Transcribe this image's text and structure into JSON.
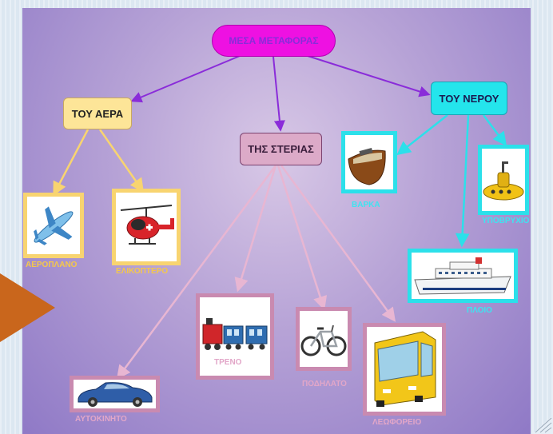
{
  "diagram": {
    "root": "ΜΕΣΑ ΜΕΤΑΦΟΡΑΣ",
    "categories": {
      "air": "ΤΟΥ ΑΕΡΑ",
      "land": "ΤΗΣ ΣΤΕΡΙΑΣ",
      "water": "ΤΟΥ ΝΕΡΟΥ"
    },
    "items": {
      "airplane": "ΑΕΡΟΠΛΑΝΟ",
      "helicopter": "ΕΛΙΚΟΠΤΕΡΟ",
      "boat": "ΒΑΡΚΑ",
      "submarine": "ΥΠΟΒΡΥΧΙΟ",
      "ship": "ΠΛΟΙΟ",
      "train": "ΤΡΕΝΟ",
      "bicycle": "ΠΟΔΗΛΑΤΟ",
      "bus": "ΛΕΩΦΟΡΕΙΟ",
      "car": "ΑΥΤΟΚΙΝΗΤΟ"
    }
  },
  "colors": {
    "root_fill": "#ee11e2",
    "air": "#fde598",
    "land": "#dcaac8",
    "water": "#24e5ec",
    "background": "#b6a2d6",
    "pointer_arrow": "#c9661c"
  },
  "icons": [
    "airplane-icon",
    "helicopter-icon",
    "boat-icon",
    "submarine-icon",
    "ship-icon",
    "train-icon",
    "bicycle-icon",
    "bus-icon",
    "car-icon"
  ]
}
